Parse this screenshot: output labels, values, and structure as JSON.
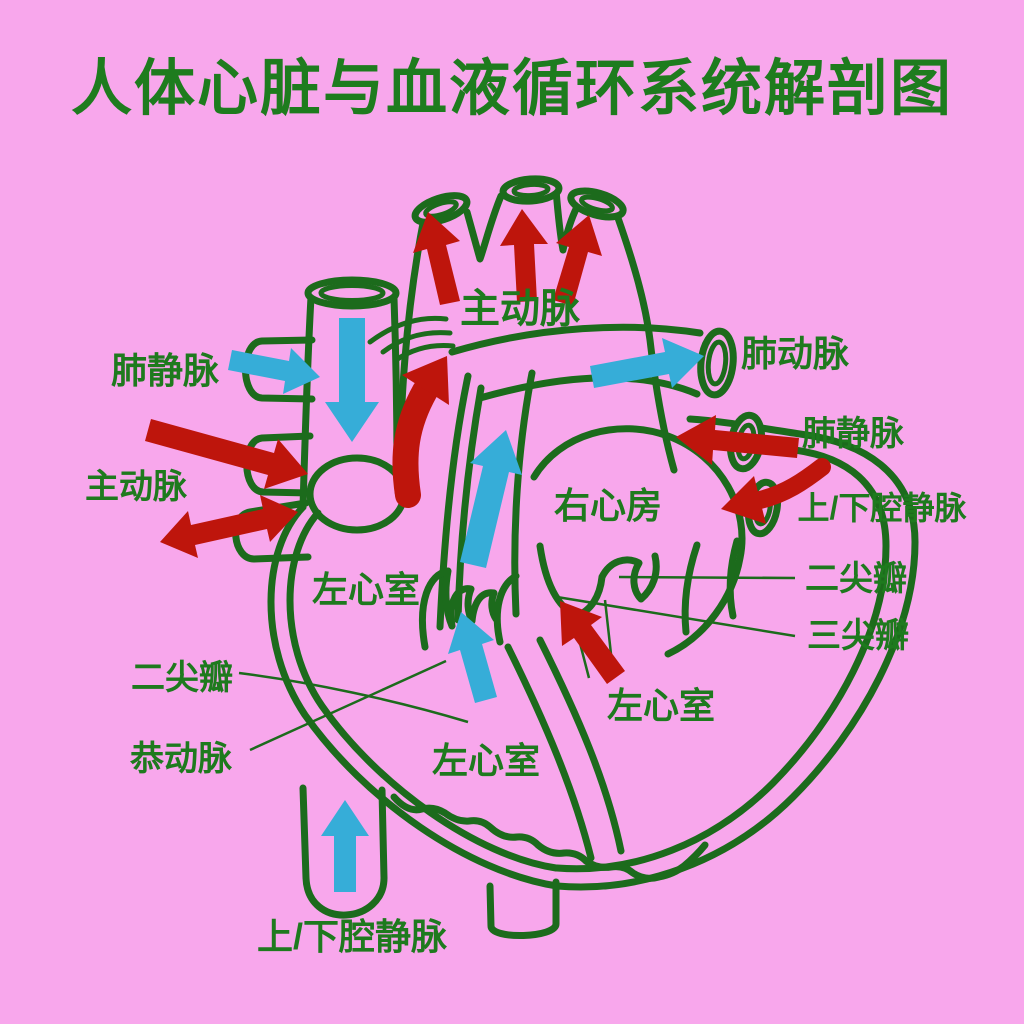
{
  "title": "人体心脏与血液循环系统解剖图",
  "colors": {
    "background": "#F8A7EC",
    "outline_green": "#1C6B1C",
    "label_green": "#1E7A1E",
    "arrow_red": "#BE150C",
    "arrow_blue": "#36ADD8"
  },
  "labels": {
    "aorta_top": "主动脉",
    "pulmonary_vein_upper_left": "肺静脉",
    "aorta_left": "主动脉",
    "pulmonary_artery": "肺动脉",
    "pulmonary_vein_right": "肺静脉",
    "vena_cava_right": "上/下腔静脉",
    "right_atrium": "右心房",
    "mitral_valve_right": "二尖瓣",
    "tricuspid_valve": "三尖瓣",
    "left_ventricle_upper": "左心室",
    "mitral_valve_left": "二尖瓣",
    "coronary_artery": "恭动脉",
    "left_ventricle_center": "左心室",
    "ventricle_lower_right": "左心室",
    "vena_cava_bottom": "上/下腔静脉"
  },
  "arrows": [
    {
      "color": "red",
      "location": "aortic-arch-branches",
      "direction": "up",
      "count": 3
    },
    {
      "color": "red",
      "location": "ascending-aorta",
      "direction": "up"
    },
    {
      "color": "red",
      "location": "left-stub-middle",
      "direction": "right"
    },
    {
      "color": "red",
      "location": "left-stub-lower",
      "direction": "both"
    },
    {
      "color": "red",
      "location": "right-pulmonary-vein",
      "direction": "left"
    },
    {
      "color": "red",
      "location": "right-vena-cava",
      "direction": "left"
    },
    {
      "color": "red",
      "location": "tricuspid-inflow",
      "direction": "up-left"
    },
    {
      "color": "blue",
      "location": "superior-vena-cava",
      "direction": "down"
    },
    {
      "color": "blue",
      "location": "left-pulmonary-vein",
      "direction": "right"
    },
    {
      "color": "blue",
      "location": "pulmonary-artery",
      "direction": "right"
    },
    {
      "color": "blue",
      "location": "pulmonary-trunk",
      "direction": "up"
    },
    {
      "color": "blue",
      "location": "left-ventricle",
      "direction": "up"
    },
    {
      "color": "blue",
      "location": "inferior-vena-cava",
      "direction": "up"
    }
  ]
}
